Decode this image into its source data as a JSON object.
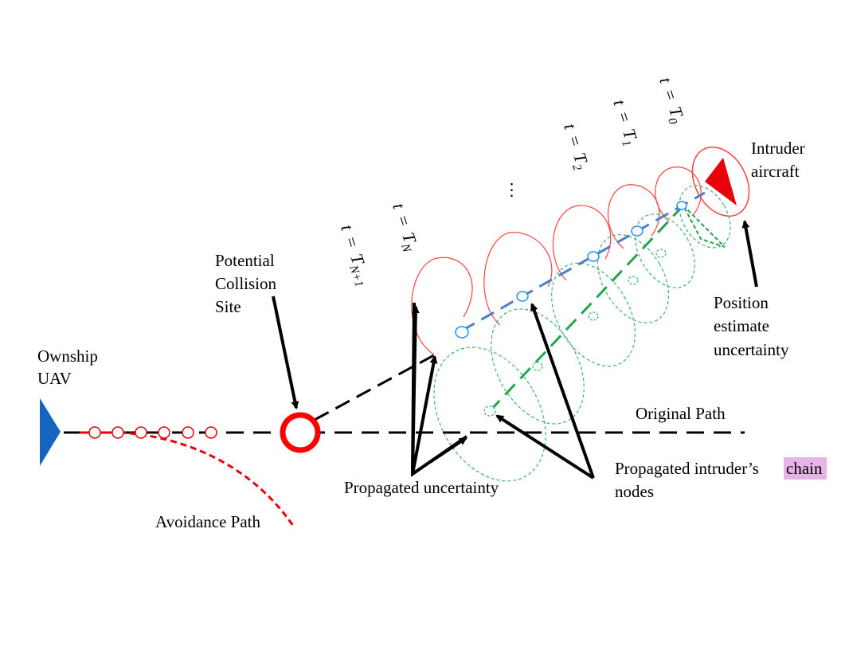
{
  "labels": {
    "ownship_line1": "Ownship",
    "ownship_line2": "UAV",
    "collision_line1": "Potential",
    "collision_line2": "Collision",
    "collision_line3": "Site",
    "intruder_line1": "Intruder",
    "intruder_line2": "aircraft",
    "uncert_line1": "Position",
    "uncert_line2": "estimate",
    "uncert_line3": "uncertainty",
    "original_path": "Original Path",
    "avoidance_path": "Avoidance Path",
    "propagated_uncertainty": "Propagated uncertainty",
    "chain_line1_a": "Propagated intruder’s",
    "chain_line1_b": "chain",
    "chain_line2": "nodes",
    "ellipsis": "⋮"
  },
  "time_labels": [
    {
      "lhs": "t",
      "eq": "=",
      "var": "T",
      "sub": "0"
    },
    {
      "lhs": "t",
      "eq": "=",
      "var": "T",
      "sub": "1"
    },
    {
      "lhs": "t",
      "eq": "=",
      "var": "T",
      "sub": "2"
    },
    {
      "lhs": "t",
      "eq": "=",
      "var": "T",
      "sub": "N"
    },
    {
      "lhs": "t",
      "eq": "=",
      "var": "T",
      "sub": "N+1"
    }
  ],
  "colors": {
    "ownship": "#1565c0",
    "intruder": "#e8000b",
    "collision": "#ff0000",
    "uncertainty_red": "#ff4040",
    "blue_path": "#4a7fc1",
    "green_path": "#1fa84a",
    "green_ellipse": "#3cb371",
    "node_blue": "#1e90ff",
    "black": "#000000",
    "highlight": "#e6b3e6"
  }
}
